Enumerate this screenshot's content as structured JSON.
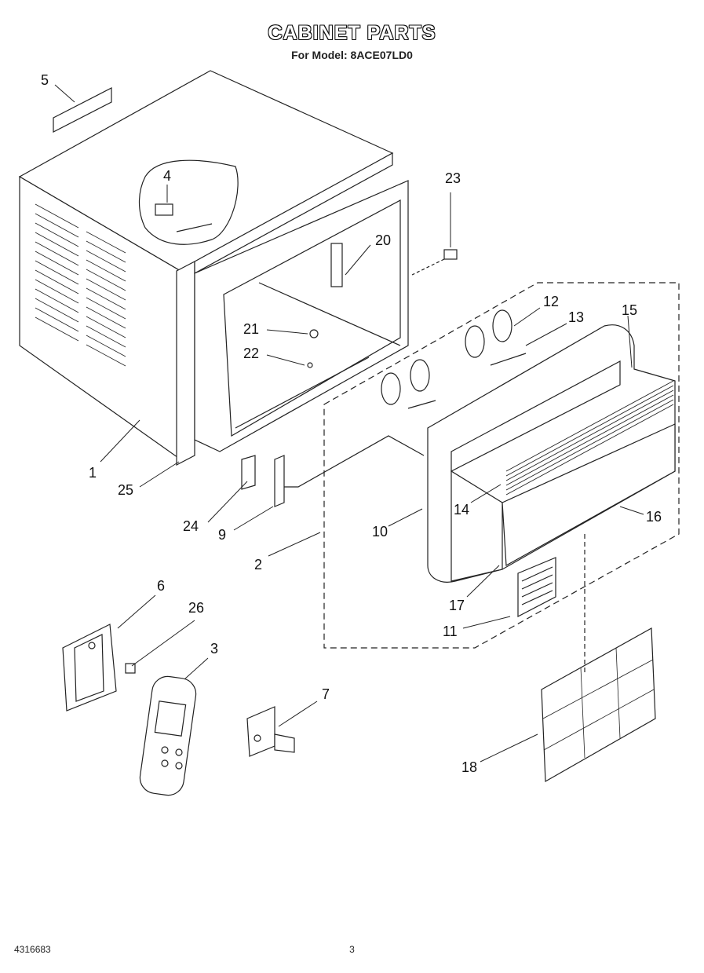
{
  "title": "CABINET PARTS",
  "subtitle": "For Model: 8ACE07LD0",
  "footer": {
    "doc_number": "4316683",
    "page_number": "3"
  },
  "callouts": [
    "1",
    "2",
    "3",
    "4",
    "5",
    "6",
    "7",
    "9",
    "10",
    "11",
    "12",
    "13",
    "14",
    "15",
    "16",
    "17",
    "18",
    "20",
    "21",
    "22",
    "23",
    "24",
    "25",
    "26"
  ]
}
